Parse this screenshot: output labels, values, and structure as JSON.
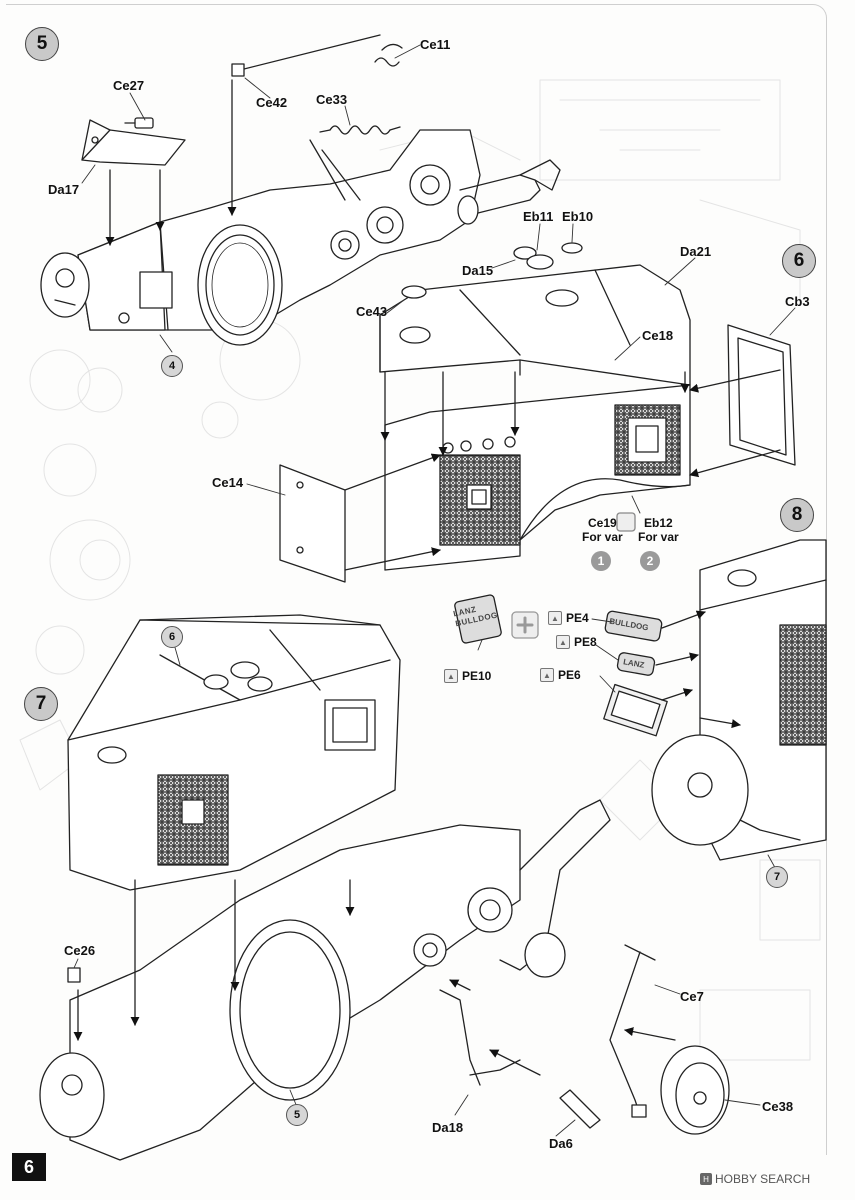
{
  "page_number": "6",
  "watermark": {
    "text": "HOBBY SEARCH",
    "mark": "H"
  },
  "steps": {
    "step5": "5",
    "step6": "6",
    "step7": "7",
    "step8": "8"
  },
  "sub_assemblies": {
    "s4": "4",
    "s6": "6",
    "s5": "5",
    "s7": "7"
  },
  "variants": {
    "v1": "1",
    "v2": "2",
    "v1_text": "For var",
    "v2_text": "For var"
  },
  "parts": {
    "ce11": "Ce11",
    "ce27": "Ce27",
    "ce42": "Ce42",
    "ce33": "Ce33",
    "da17": "Da17",
    "eb11": "Eb11",
    "eb10": "Eb10",
    "da21": "Da21",
    "da15": "Da15",
    "ce43": "Ce43",
    "cb3": "Cb3",
    "ce18": "Ce18",
    "ce14": "Ce14",
    "ce19": "Ce19",
    "eb12": "Eb12",
    "pe4": "PE4",
    "pe8": "PE8",
    "pe6": "PE6",
    "pe10": "PE10",
    "ce26": "Ce26",
    "ce7": "Ce7",
    "ce38": "Ce38",
    "da18": "Da18",
    "da6": "Da6"
  },
  "decals": {
    "lanz": "LANZ",
    "bulldog": "BULLDOG"
  }
}
